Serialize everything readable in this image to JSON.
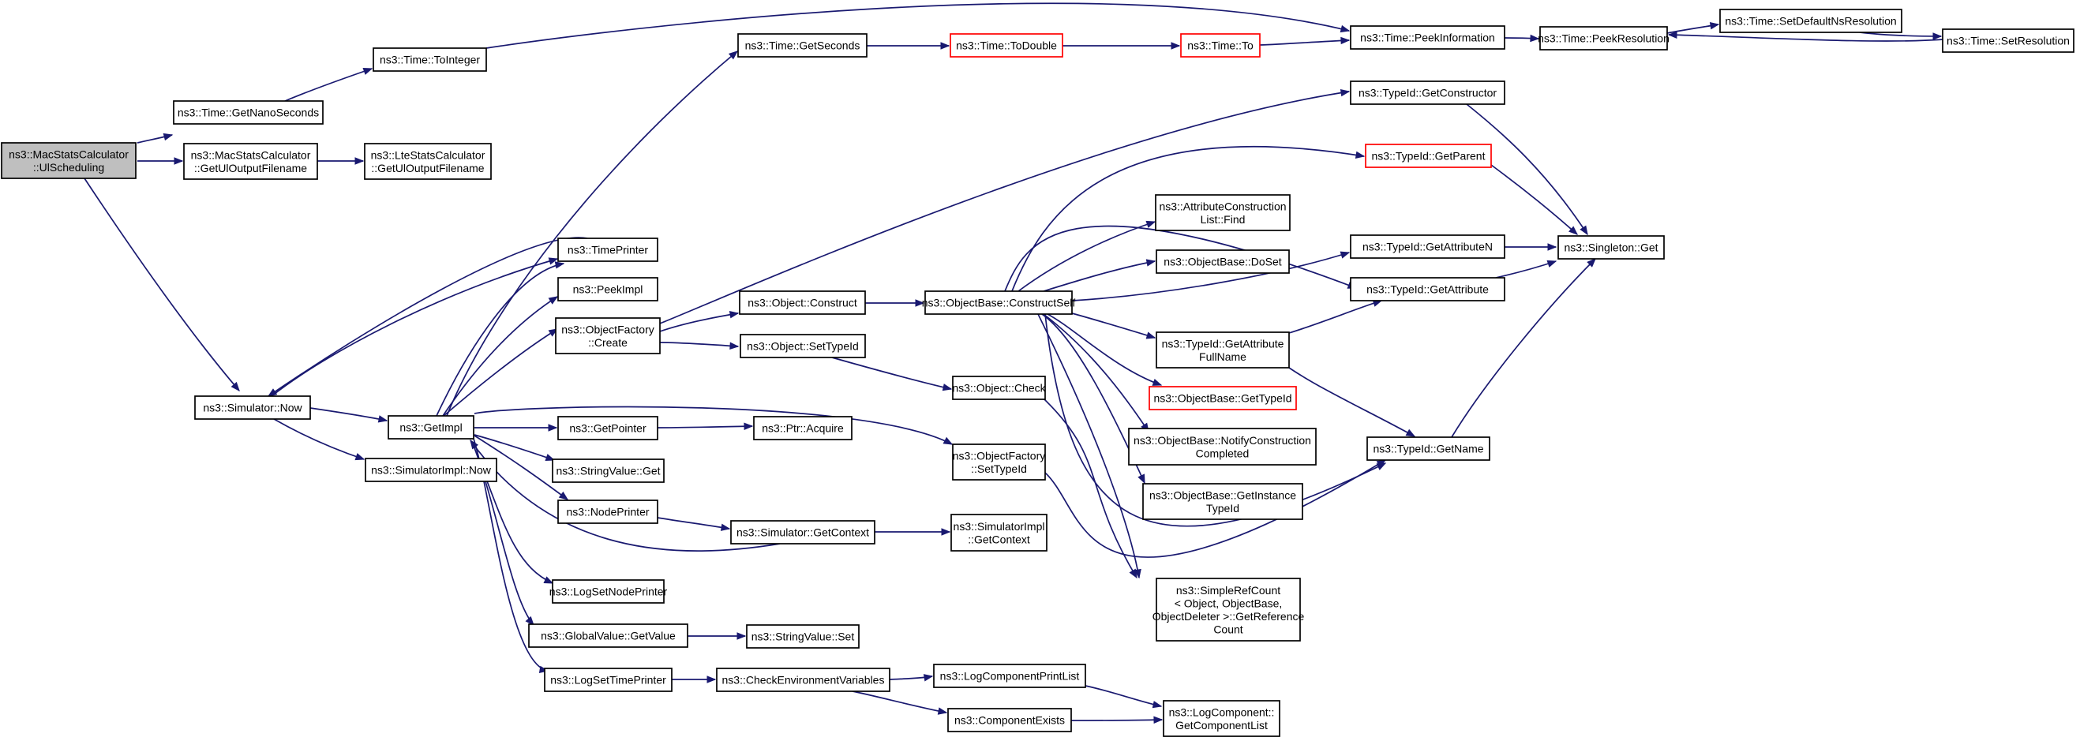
{
  "diagram": {
    "colors": {
      "edge": "#191970",
      "node_border": "#000000",
      "node_highlight_border": "#ff0000",
      "root_fill": "#bfbfbf"
    },
    "nodes": [
      {
        "id": "root",
        "lines": [
          "ns3::MacStatsCalculator",
          "::UlScheduling"
        ],
        "style": "root"
      },
      {
        "id": "getnanosec",
        "lines": [
          "ns3::Time::GetNanoSeconds"
        ]
      },
      {
        "id": "macgetul",
        "lines": [
          "ns3::MacStatsCalculator",
          "::GetUlOutputFilename"
        ]
      },
      {
        "id": "ltegetul",
        "lines": [
          "ns3::LteStatsCalculator",
          "::GetUlOutputFilename"
        ]
      },
      {
        "id": "tointeger",
        "lines": [
          "ns3::Time::ToInteger"
        ]
      },
      {
        "id": "getseconds",
        "lines": [
          "ns3::Time::GetSeconds"
        ]
      },
      {
        "id": "todouble",
        "lines": [
          "ns3::Time::ToDouble"
        ],
        "style": "red"
      },
      {
        "id": "timeto",
        "lines": [
          "ns3::Time::To"
        ],
        "style": "red"
      },
      {
        "id": "peekinfo",
        "lines": [
          "ns3::Time::PeekInformation"
        ]
      },
      {
        "id": "peekres",
        "lines": [
          "ns3::Time::PeekResolution"
        ]
      },
      {
        "id": "setdefaultns",
        "lines": [
          "ns3::Time::SetDefaultNsResolution"
        ]
      },
      {
        "id": "setres",
        "lines": [
          "ns3::Time::SetResolution"
        ]
      },
      {
        "id": "getconstructor",
        "lines": [
          "ns3::TypeId::GetConstructor"
        ]
      },
      {
        "id": "getparent",
        "lines": [
          "ns3::TypeId::GetParent"
        ],
        "style": "red"
      },
      {
        "id": "attrfind",
        "lines": [
          "ns3::AttributeConstruction",
          "List::Find"
        ]
      },
      {
        "id": "doset",
        "lines": [
          "ns3::ObjectBase::DoSet"
        ]
      },
      {
        "id": "getattrn",
        "lines": [
          "ns3::TypeId::GetAttributeN"
        ]
      },
      {
        "id": "singleton",
        "lines": [
          "ns3::Singleton::Get"
        ]
      },
      {
        "id": "getattr",
        "lines": [
          "ns3::TypeId::GetAttribute"
        ]
      },
      {
        "id": "constructself",
        "lines": [
          "ns3::ObjectBase::ConstructSelf"
        ]
      },
      {
        "id": "objconstruct",
        "lines": [
          "ns3::Object::Construct"
        ]
      },
      {
        "id": "timeprinter",
        "lines": [
          "ns3::TimePrinter"
        ]
      },
      {
        "id": "peekimpl",
        "lines": [
          "ns3::PeekImpl"
        ]
      },
      {
        "id": "ofcreate",
        "lines": [
          "ns3::ObjectFactory",
          "::Create"
        ]
      },
      {
        "id": "objsettypeid",
        "lines": [
          "ns3::Object::SetTypeId"
        ]
      },
      {
        "id": "getattrfull",
        "lines": [
          "ns3::TypeId::GetAttribute",
          "FullName"
        ]
      },
      {
        "id": "obgettypeid",
        "lines": [
          "ns3::ObjectBase::GetTypeId"
        ],
        "style": "red"
      },
      {
        "id": "simnow",
        "lines": [
          "ns3::Simulator::Now"
        ]
      },
      {
        "id": "getimpl",
        "lines": [
          "ns3::GetImpl"
        ]
      },
      {
        "id": "objcheck",
        "lines": [
          "ns3::Object::Check"
        ]
      },
      {
        "id": "getpointer",
        "lines": [
          "ns3::GetPointer"
        ]
      },
      {
        "id": "ptracquire",
        "lines": [
          "ns3::Ptr::Acquire"
        ]
      },
      {
        "id": "notifyconst",
        "lines": [
          "ns3::ObjectBase::NotifyConstruction",
          "Completed"
        ]
      },
      {
        "id": "typegetname",
        "lines": [
          "ns3::TypeId::GetName"
        ]
      },
      {
        "id": "simimplnow",
        "lines": [
          "ns3::SimulatorImpl::Now"
        ]
      },
      {
        "id": "strvalget",
        "lines": [
          "ns3::StringValue::Get"
        ]
      },
      {
        "id": "ofsettypeid",
        "lines": [
          "ns3::ObjectFactory",
          "::SetTypeId"
        ]
      },
      {
        "id": "getinsttypeid",
        "lines": [
          "ns3::ObjectBase::GetInstance",
          "TypeId"
        ]
      },
      {
        "id": "nodeprinter",
        "lines": [
          "ns3::NodePrinter"
        ]
      },
      {
        "id": "simgetcontext",
        "lines": [
          "ns3::Simulator::GetContext"
        ]
      },
      {
        "id": "simimplgetcontext",
        "lines": [
          "ns3::SimulatorImpl",
          "::GetContext"
        ]
      },
      {
        "id": "simplerefcount",
        "lines": [
          "ns3::SimpleRefCount",
          "< Object, ObjectBase,",
          "ObjectDeleter >::GetReference",
          "Count"
        ]
      },
      {
        "id": "logsetnode",
        "lines": [
          "ns3::LogSetNodePrinter"
        ]
      },
      {
        "id": "gvgetvalue",
        "lines": [
          "ns3::GlobalValue::GetValue"
        ]
      },
      {
        "id": "strvalset",
        "lines": [
          "ns3::StringValue::Set"
        ]
      },
      {
        "id": "logsettime",
        "lines": [
          "ns3::LogSetTimePrinter"
        ]
      },
      {
        "id": "checkenv",
        "lines": [
          "ns3::CheckEnvironmentVariables"
        ]
      },
      {
        "id": "logcompprint",
        "lines": [
          "ns3::LogComponentPrintList"
        ]
      },
      {
        "id": "compexists",
        "lines": [
          "ns3::ComponentExists"
        ]
      },
      {
        "id": "logcompget",
        "lines": [
          "ns3::LogComponent::",
          "GetComponentList"
        ]
      }
    ]
  }
}
